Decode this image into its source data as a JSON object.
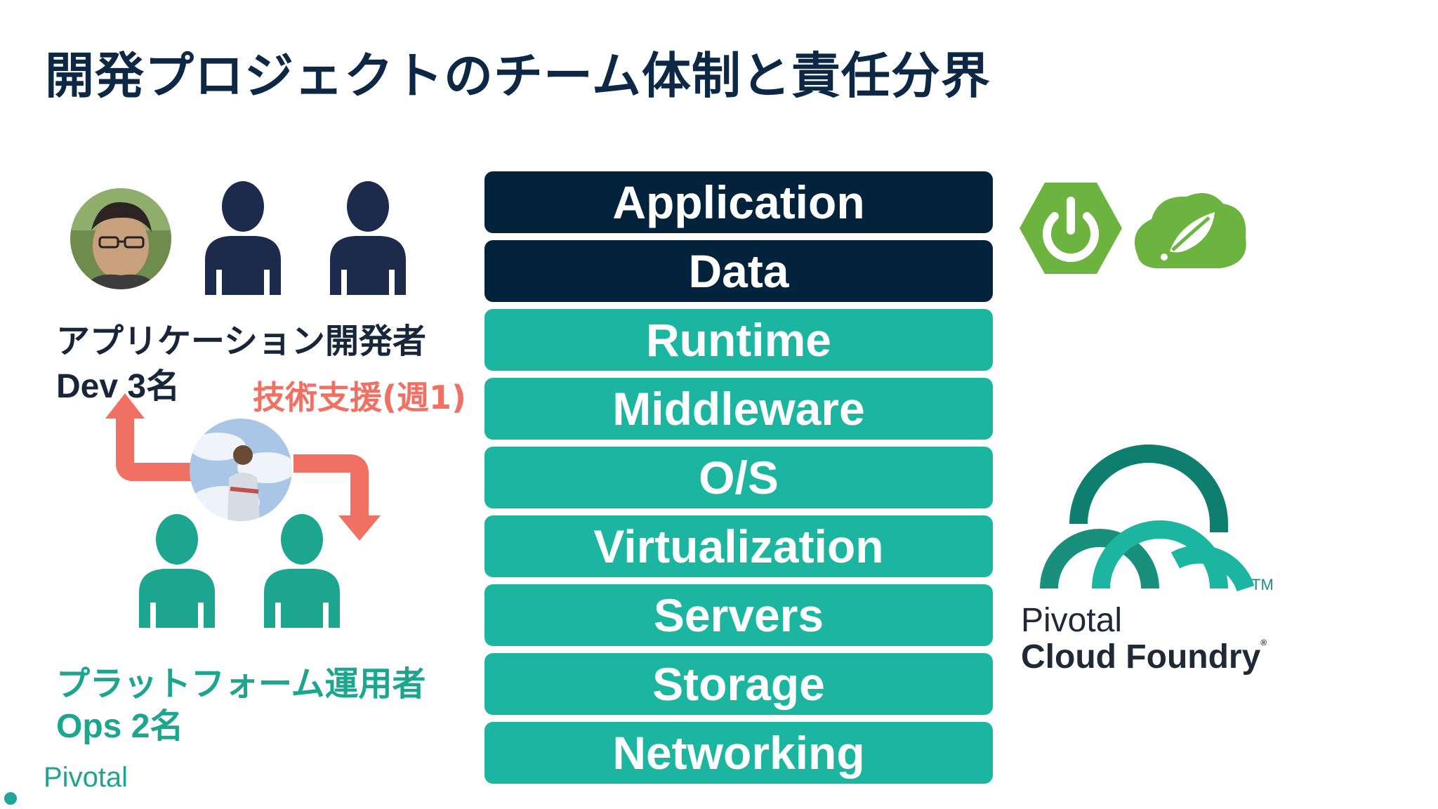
{
  "slide": {
    "title": "開発プロジェクトのチーム体制と責任分界"
  },
  "layers": [
    {
      "label": "Application",
      "kind": "dark"
    },
    {
      "label": "Data",
      "kind": "dark"
    },
    {
      "label": "Runtime",
      "kind": "teal"
    },
    {
      "label": "Middleware",
      "kind": "teal"
    },
    {
      "label": "O/S",
      "kind": "teal"
    },
    {
      "label": "Virtualization",
      "kind": "teal"
    },
    {
      "label": "Servers",
      "kind": "teal"
    },
    {
      "label": "Storage",
      "kind": "teal"
    },
    {
      "label": "Networking",
      "kind": "teal"
    }
  ],
  "dev_team": {
    "role": "アプリケーション開発者",
    "count": "Dev 3名"
  },
  "ops_team": {
    "role": "プラットフォーム運用者",
    "count": "Ops 2名"
  },
  "support_label": "技術支援(週1)",
  "pcf_logo": {
    "line1": "Pivotal",
    "line2": "Cloud Foundry",
    "reg": "®",
    "tm": "TM"
  },
  "footer_logo": "Pivotal",
  "colors": {
    "title": "#0d2844",
    "dark_layer": "#03223b",
    "teal_layer": "#1bb5a0",
    "dev_person": "#1c2b4c",
    "ops_person": "#1ca58f",
    "arrow": "#f07163",
    "spring_green": "#6db33f"
  },
  "icons": [
    "spring-boot-icon",
    "spring-leaf-icon",
    "person-icon",
    "pivotal-cloud-foundry-logo"
  ]
}
